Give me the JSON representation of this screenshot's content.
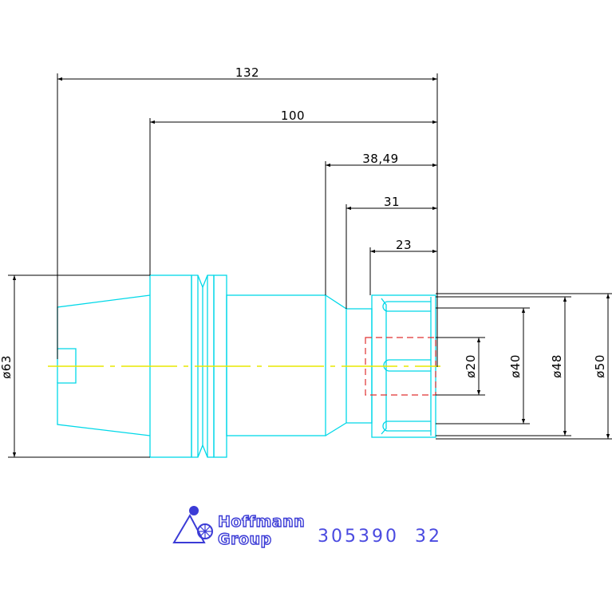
{
  "dimensions": {
    "length_total": "132",
    "length_100": "100",
    "length_3849": "38,49",
    "length_31": "31",
    "length_23": "23",
    "dia_63": "ø63",
    "dia_20": "ø20",
    "dia_40": "ø40",
    "dia_48": "ø48",
    "dia_50": "ø50"
  },
  "logo": {
    "line1": "Hoffmann",
    "line2": "Group"
  },
  "part_number": "305390  32",
  "colors": {
    "outline": "#00d8e8",
    "dimension": "#000000",
    "centerline": "#e8e800",
    "hidden": "#e03030",
    "brand": "#3b3bd6"
  }
}
